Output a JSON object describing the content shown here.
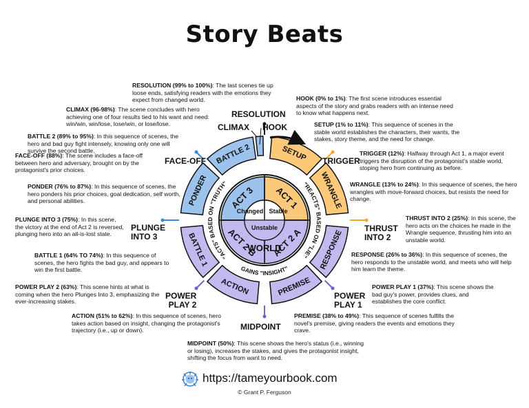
{
  "title": "Story Beats",
  "colors": {
    "orange": "#fcc97b",
    "blue": "#9dc3ec",
    "purple": "#c3b9ef",
    "orange_accent": "#f5a623",
    "blue_accent": "#3d86d6",
    "purple_accent": "#6b5ec9"
  },
  "outer_ring": {
    "setup": "SETUP",
    "wrangle": "WRANGLE",
    "response": "RESPONSE",
    "premise": "PREMISE",
    "action": "ACTION",
    "battle1": "BATTLE 1",
    "ponder": "PONDER",
    "battle2": "BATTLE 2"
  },
  "inner": {
    "act1": "ACT 1",
    "act2a": "ACT 2 A",
    "act2b": "ACT 2 B",
    "act3": "ACT 3",
    "changed": "Changed",
    "stable": "Stable",
    "unstable": "Unstable",
    "world": "WORLD"
  },
  "arc_labels": {
    "reacts": "\"REACTS\" BASED ON \"LIE\"",
    "acts": "\"ACTS\" BASED ON \"TRUTH\"",
    "gains": "GAINS \"INSIGHT\""
  },
  "labels": {
    "resolution": "RESOLUTION",
    "climax": "CLIMAX",
    "hook": "HOOK",
    "trigger": "TRIGGER",
    "faceoff": "FACE-OFF",
    "thrust2": "THRUST\nINTO 2",
    "plunge3": "PLUNGE\nINTO 3",
    "powerplay1": "POWER\nPLAY 1",
    "powerplay2": "POWER\nPLAY 2",
    "midpoint": "MIDPOINT"
  },
  "descriptions": {
    "resolution": {
      "head": "RESOLUTION (99% to 100%)",
      "body": ": The last scenes tie up loose ends, satisfying readers with the emotions they expect from changed world."
    },
    "climax": {
      "head": "CLIMAX (96-98%)",
      "body": ": The scene concludes with hero achieving one of four results tied to his want and need: win/win, win/lose, lose/win, or lose/lose."
    },
    "battle2": {
      "head": "BATTLE 2 (89% to 95%)",
      "body": ": In this sequence of scenes, the hero and bad guy fight intensely, knowing only one will survive the second battle."
    },
    "faceoff": {
      "head": "FACE-OFF (88%)",
      "body": ": The scene includes a face-off between hero and adversary, brought on by the protagonist's prior choices."
    },
    "ponder": {
      "head": "PONDER (76% to 87%)",
      "body": ": In this sequence of scenes, the hero ponders his prior choices, goal dedication, self worth, and personal abilities."
    },
    "plunge3": {
      "head": "PLUNGE INTO 3 (75%)",
      "body": ": In this scene, the victory at the end of Act 2 is reversed, plunging hero into an all-is-lost state."
    },
    "battle1": {
      "head": "BATTLE 1 (64% TO 74%)",
      "body": ": In this sequence of scenes, the hero fights the bad guy, and appears to win the first battle."
    },
    "powerplay2": {
      "head": "POWER PLAY 2 (63%)",
      "body": ": This scene hints at what is coming when the hero Plunges Into 3, emphasizing the ever-increasing stakes."
    },
    "action": {
      "head": "ACTION (51% to 62%)",
      "body": ": In this sequence of scenes, hero takes action based on insight, changing the protagonist's trajectory (i.e., up or down)."
    },
    "midpoint": {
      "head": "MIDPOINT (50%)",
      "body": ": This scene shows the hero's status (i.e., winning or losing), increases the stakes, and gives the protagonist insight, shifting the focus from want to need."
    },
    "hook": {
      "head": "HOOK (0% to 1%)",
      "body": ": The first scene introduces essential aspects of the story and grabs readers with an intense need to know what happens next."
    },
    "setup": {
      "head": "SETUP (1% to 11%)",
      "body": ": This sequence of scenes in the stable world establishes the characters, their wants, the stakes, story theme, and the need for change."
    },
    "trigger": {
      "head": "TRIGGER (12%)",
      "body": ": Halfway through Act 1, a major event triggers the disruption of the protagonist's stable world, stoping hero from continuing as before."
    },
    "wrangle": {
      "head": "WRANGLE (13% to 24%)",
      "body": ": In this sequence of scenes, the hero wrangles with move-forward choices, but resists the need for change."
    },
    "thrust2": {
      "head": "THRUST INTO 2 (25%)",
      "body": ": In this scene, the hero acts on the choices he made in the Wrangle sequence, thrusting him into an unstable world."
    },
    "response": {
      "head": "RESPONSE (26% to 36%)",
      "body": ": In this sequence of scenes, the hero responds to the unstable world, and meets who will help him learn the theme."
    },
    "powerplay1": {
      "head": "POWER PLAY 1 (37%)",
      "body": ": This scene shows the bad guy's power, provides clues, and establishes the core conflict."
    },
    "premise": {
      "head": "PREMISE (38% to 49%)",
      "body": ": This sequence of scenes fulfills the novel's premise, giving readers the events and emotions they crave."
    }
  },
  "footer": {
    "url": "https://tameyourbook.com",
    "copyright": "© Grant P. Ferguson"
  }
}
